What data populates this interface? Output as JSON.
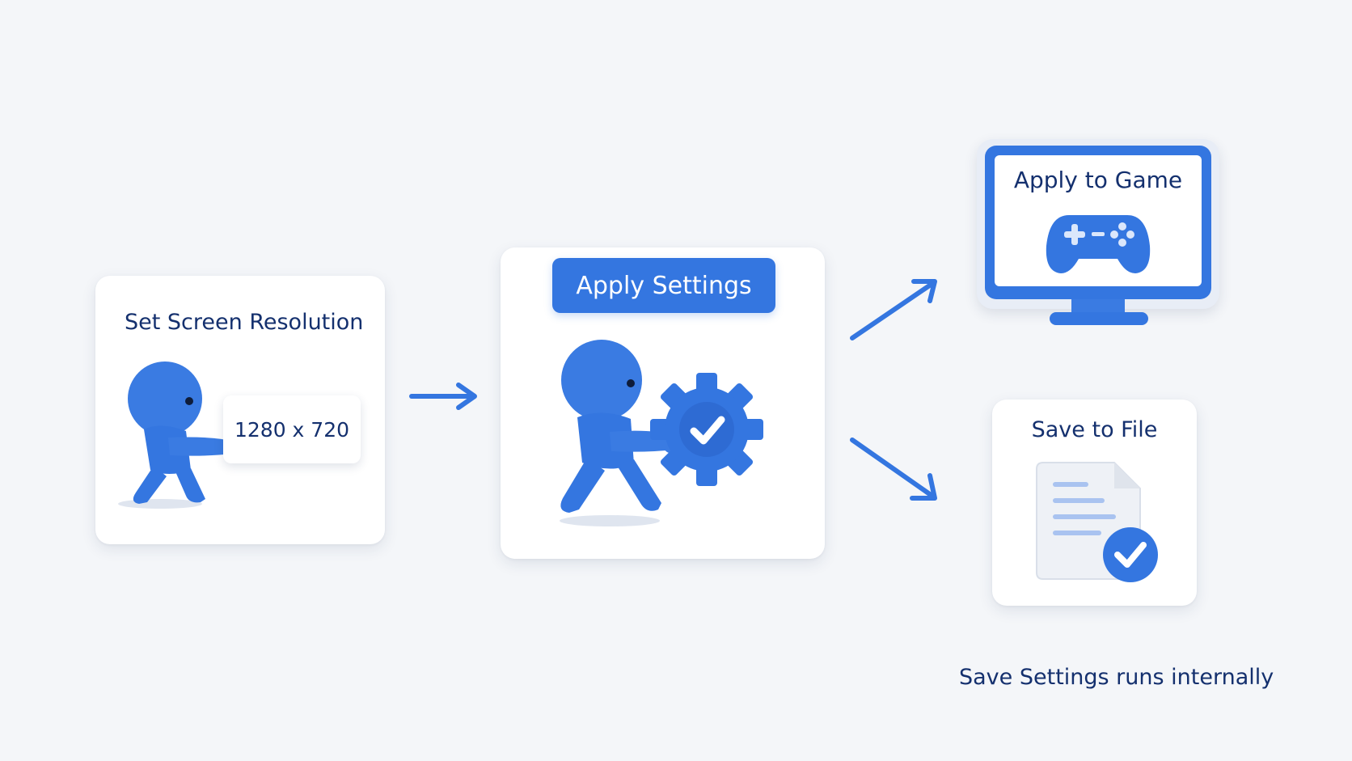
{
  "steps": {
    "set_resolution": {
      "title": "Set Screen Resolution",
      "value": "1280 x 720"
    },
    "apply_settings": {
      "label": "Apply Settings"
    },
    "apply_to_game": {
      "title": "Apply to Game"
    },
    "save_to_file": {
      "title": "Save to File"
    }
  },
  "footnote": "Save Settings runs internally",
  "colors": {
    "accent": "#3476e0",
    "text": "#14306e",
    "background": "#f4f6f9"
  },
  "icons": [
    "person-figure-icon",
    "gear-check-icon",
    "gamepad-icon",
    "monitor-icon",
    "document-check-icon",
    "arrow-right-icon"
  ]
}
